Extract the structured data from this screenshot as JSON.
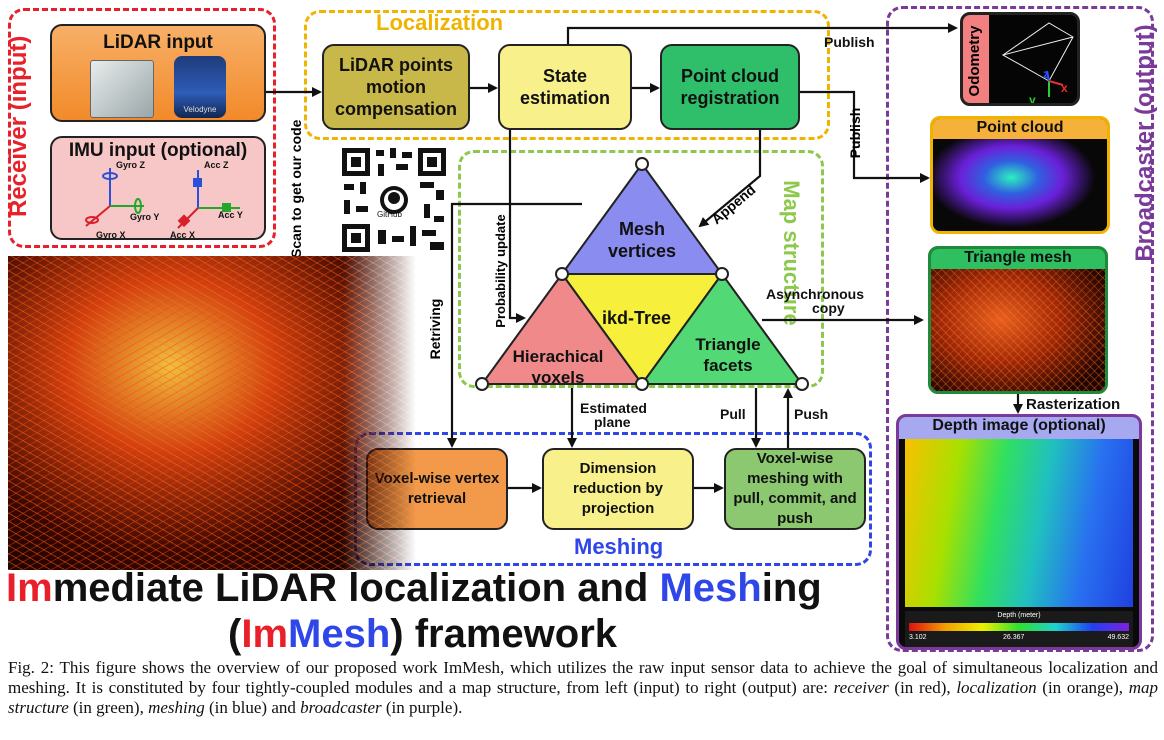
{
  "colors": {
    "receiver": "#e8202a",
    "localization": "#f0b400",
    "map": "#8cc84b",
    "meshing": "#2f46e8",
    "broadcaster": "#7a3a9a",
    "im": "#e8202a",
    "mesh": "#2f46e8"
  },
  "receiver": {
    "title": "Receiver (input)",
    "lidar_label": "LiDAR input",
    "velodyne": "Velodyne",
    "imu_label": "IMU input (optional)",
    "imu_axes": {
      "gyro_z": "Gyro Z",
      "gyro_y": "Gyro Y",
      "gyro_x": "Gyro X",
      "acc_z": "Acc Z",
      "acc_y": "Acc Y",
      "acc_x": "Acc X"
    }
  },
  "localization": {
    "title": "Localization",
    "motion_comp": "LiDAR points motion compensation",
    "state_est": "State estimation",
    "registration": "Point cloud registration"
  },
  "qr": {
    "text": "Scan to get our code",
    "github": "GitHub"
  },
  "map_structure": {
    "title": "Map structure",
    "mesh_vertices": "Mesh vertices",
    "ikd_tree": "ikd-Tree",
    "voxels": "Hierachical voxels",
    "facets": "Triangle facets"
  },
  "meshing": {
    "title": "Meshing",
    "vertex_retrieval": "Voxel-wise vertex retrieval",
    "dim_reduction": "Dimension reduction by projection",
    "voxel_meshing": "Voxel-wise meshing with pull, commit, and push"
  },
  "broadcaster": {
    "title": "Broadcaster (output)",
    "odometry": "Odometry",
    "odo_axes": {
      "x": "x",
      "y": "y",
      "z": "z"
    },
    "point_cloud": "Point cloud",
    "triangle_mesh": "Triangle mesh",
    "depth_image": "Depth image (optional)",
    "depth_unit": "Depth (meter)",
    "depth_min": "3.102",
    "depth_mid": "26.367",
    "depth_max": "49.632"
  },
  "arrows": {
    "publish1": "Publish",
    "publish2": "Publish",
    "append": "Append",
    "probability_update": "Probability update",
    "retriving": "Retriving",
    "async_copy_1": "Asynchronous",
    "async_copy_2": "copy",
    "estimated_plane_1": "Estimated",
    "estimated_plane_2": "plane",
    "pull": "Pull",
    "push": "Push",
    "rasterization": "Rasterization"
  },
  "headline": {
    "im": "Im",
    "mediate": "mediate LiDAR localization and ",
    "mesh": "Mesh",
    "ing": "ing",
    "open": "(",
    "im2": "Im",
    "mesh2": "Mesh",
    "close": ") framework"
  },
  "caption": {
    "p1": "Fig. 2: This figure shows the overview of our proposed work ImMesh, which utilizes the raw input sensor data to achieve the goal of simultaneous localization and meshing. It is constituted by four tightly-coupled modules and a map structure, from left (input) to right (output) are: ",
    "receiver": "receiver",
    "p2": " (in red), ",
    "localization": "localization",
    "p3": " (in orange), ",
    "map_structure": "map structure",
    "p4": " (in green), ",
    "meshing": "meshing",
    "p5": " (in blue) and ",
    "broadcaster": "broadcaster",
    "p6": " (in purple)."
  }
}
